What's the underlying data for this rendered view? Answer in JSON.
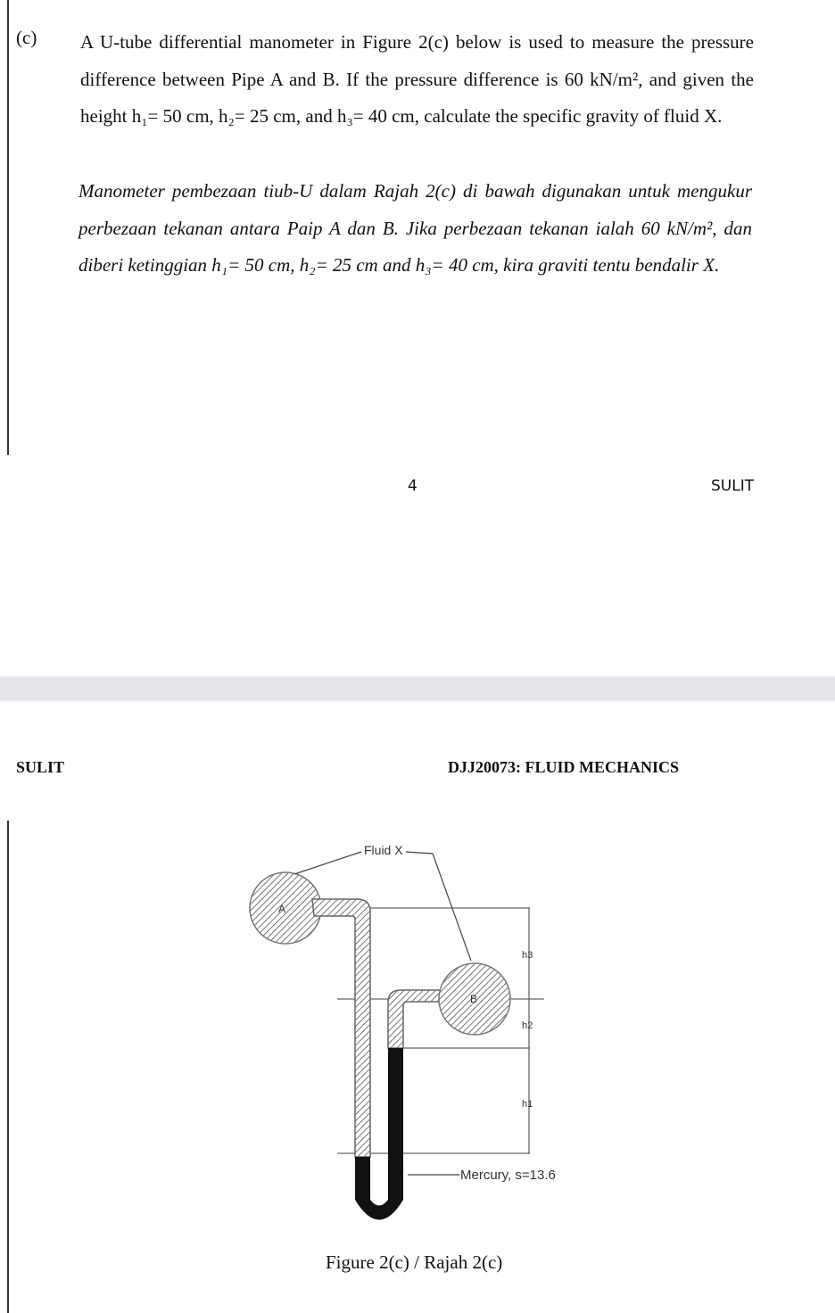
{
  "page1": {
    "label": "(c)",
    "question_en": "A U-tube differential manometer in Figure 2(c) below is used to measure the pressure difference between Pipe A and B. If the pressure difference is 60 kN/m², and given the height h₁= 50 cm, h₂= 25 cm, and h₃= 40 cm, calculate the specific gravity of fluid X.",
    "question_ms": "Manometer pembezaan tiub-U dalam Rajah 2(c) di bawah digunakan untuk mengukur perbezaan tekanan antara Paip A dan B. Jika perbezaan tekanan ialah 60 kN/m², dan diberi ketinggian h₁= 50 cm, h₂= 25 cm and h₃= 40 cm, kira graviti tentu bendalir X.",
    "page_number": "4",
    "footer_right": "SULIT"
  },
  "page2": {
    "header_left": "SULIT",
    "header_right": "DJJ20073: FLUID MECHANICS",
    "figure": {
      "fluid_label": "Fluid X",
      "pipe_a": "A",
      "pipe_b": "B",
      "h1": "h1",
      "h2": "h2",
      "h3": "h3",
      "mercury_label": "Mercury, s=13.6",
      "caption": "Figure 2(c) / Rajah 2(c)"
    }
  }
}
